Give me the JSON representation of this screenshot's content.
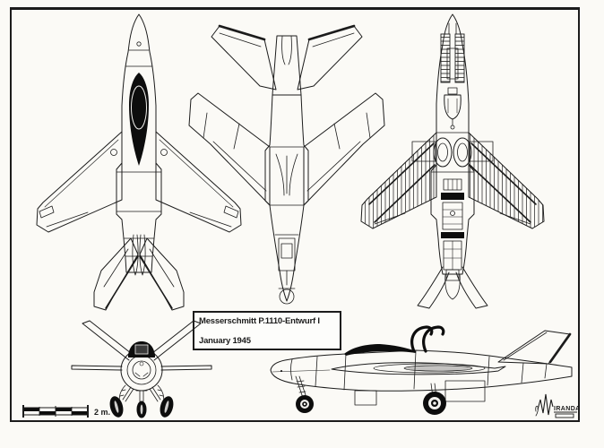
{
  "artwork": {
    "title_box": {
      "line1": "Messerschmitt P.1110-Entwurf I",
      "line2": "January 1945"
    },
    "scale_bar": {
      "label": "2 m."
    },
    "signature": {
      "name": "MIRANDA",
      "glyph_text": "IRANDA"
    },
    "colors": {
      "ink": "#1c1c1c",
      "paper": "#fbfaf6",
      "canopy": "#0d0d0d"
    }
  }
}
